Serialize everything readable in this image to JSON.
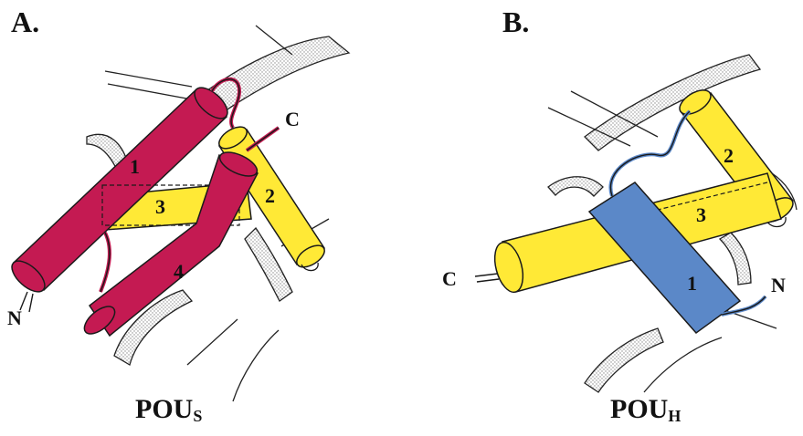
{
  "panels": [
    {
      "letter": "A.",
      "title_main": "POU",
      "title_sub": "S",
      "helices": [
        {
          "label": "1",
          "color": "#c41a52"
        },
        {
          "label": "2",
          "color": "#ffe936"
        },
        {
          "label": "3",
          "color": "#ffe936"
        },
        {
          "label": "4",
          "color": "#c41a52"
        }
      ],
      "termini": {
        "n": "N",
        "c": "C"
      }
    },
    {
      "letter": "B.",
      "title_main": "POU",
      "title_sub": "H",
      "helices": [
        {
          "label": "1",
          "color": "#5b88c8"
        },
        {
          "label": "2",
          "color": "#ffe936"
        },
        {
          "label": "3",
          "color": "#ffe936"
        }
      ],
      "termini": {
        "n": "N",
        "c": "C"
      }
    }
  ],
  "colors": {
    "pou_s_helix": "#c41a52",
    "yellow_helix": "#ffe936",
    "pou_h_helix": "#5b88c8",
    "dna_backbone": "#e6e6e6",
    "outline": "#1a1a1a"
  }
}
